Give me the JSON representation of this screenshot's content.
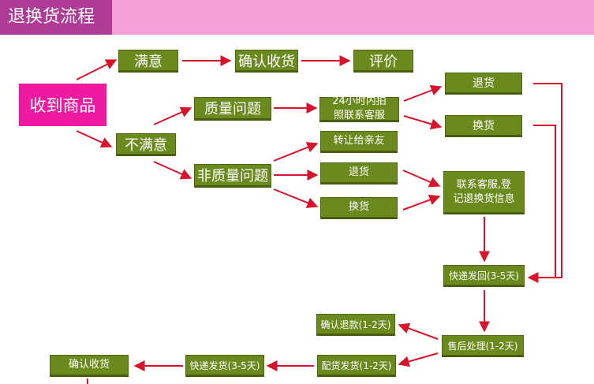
{
  "header": {
    "title": "退换货流程"
  },
  "nodes": {
    "received": "收到商品",
    "satisfied": "满意",
    "confirm_receipt_top": "确认收货",
    "review": "评价",
    "unsatisfied": "不满意",
    "quality_issue": "质量问题",
    "contact_cs_24h_line1": "24小时内拍",
    "contact_cs_24h_line2": "照联系客服",
    "return_top": "退货",
    "exchange_top": "换货",
    "non_quality_issue": "非质量问题",
    "gift_to_friends": "转让给亲友",
    "return_mid": "退货",
    "exchange_mid": "换货",
    "register_line1": "联系客服,登",
    "register_line2": "记退换货信息",
    "express_return": "快递发回(3-5天)",
    "confirm_refund": "确认退款(1-2天)",
    "after_sales": "售后处理(1-2天)",
    "prepare_shipment": "配货发货(1-2天)",
    "express_ship": "快递发货(3-5天)",
    "confirm_receipt_bottom": "确认收货"
  },
  "colors": {
    "header_bar": "#f4a0d6",
    "header_tab": "#b03b96",
    "node_green": "#6b8a1e",
    "node_pink": "#ee1ba0",
    "arrow": "#d9132b"
  }
}
